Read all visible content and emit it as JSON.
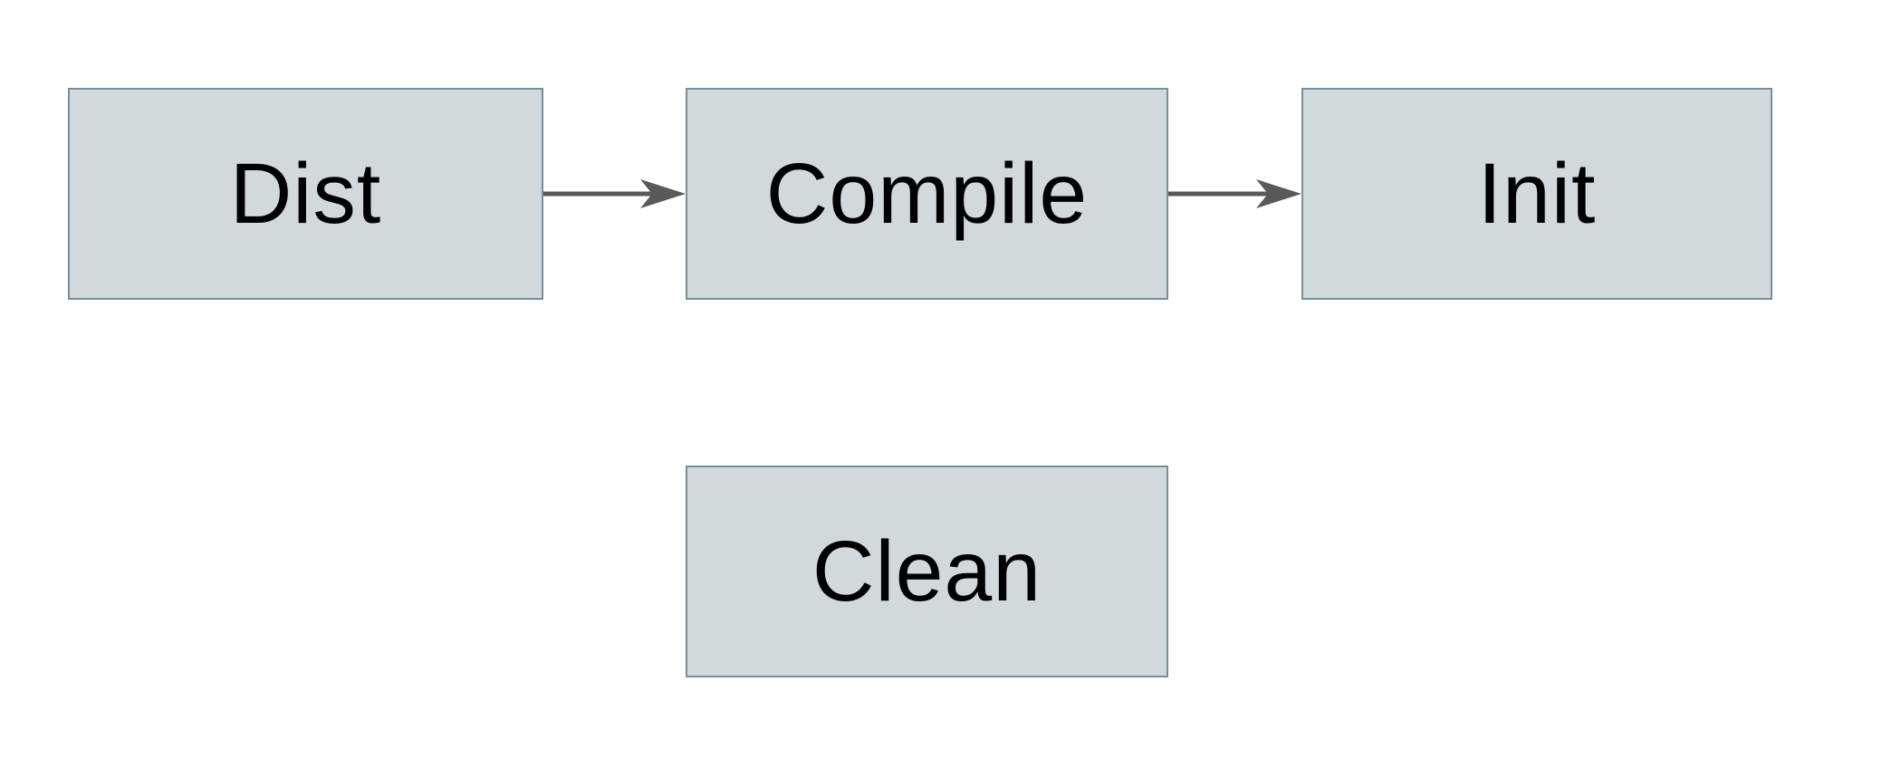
{
  "diagram": {
    "type": "flowchart",
    "nodes": [
      {
        "id": "dist",
        "label": "Dist"
      },
      {
        "id": "compile",
        "label": "Compile"
      },
      {
        "id": "init",
        "label": "Init"
      },
      {
        "id": "clean",
        "label": "Clean"
      }
    ],
    "edges": [
      {
        "from": "Dist",
        "to": "Compile",
        "style": "solid-arrow"
      },
      {
        "from": "Compile",
        "to": "Init",
        "style": "solid-arrow"
      }
    ],
    "colors": {
      "background": "#ffffff",
      "node_fill": "#d1d9dd",
      "node_border": "#74909d",
      "arrow": "#58595b",
      "text": "#000000"
    }
  }
}
